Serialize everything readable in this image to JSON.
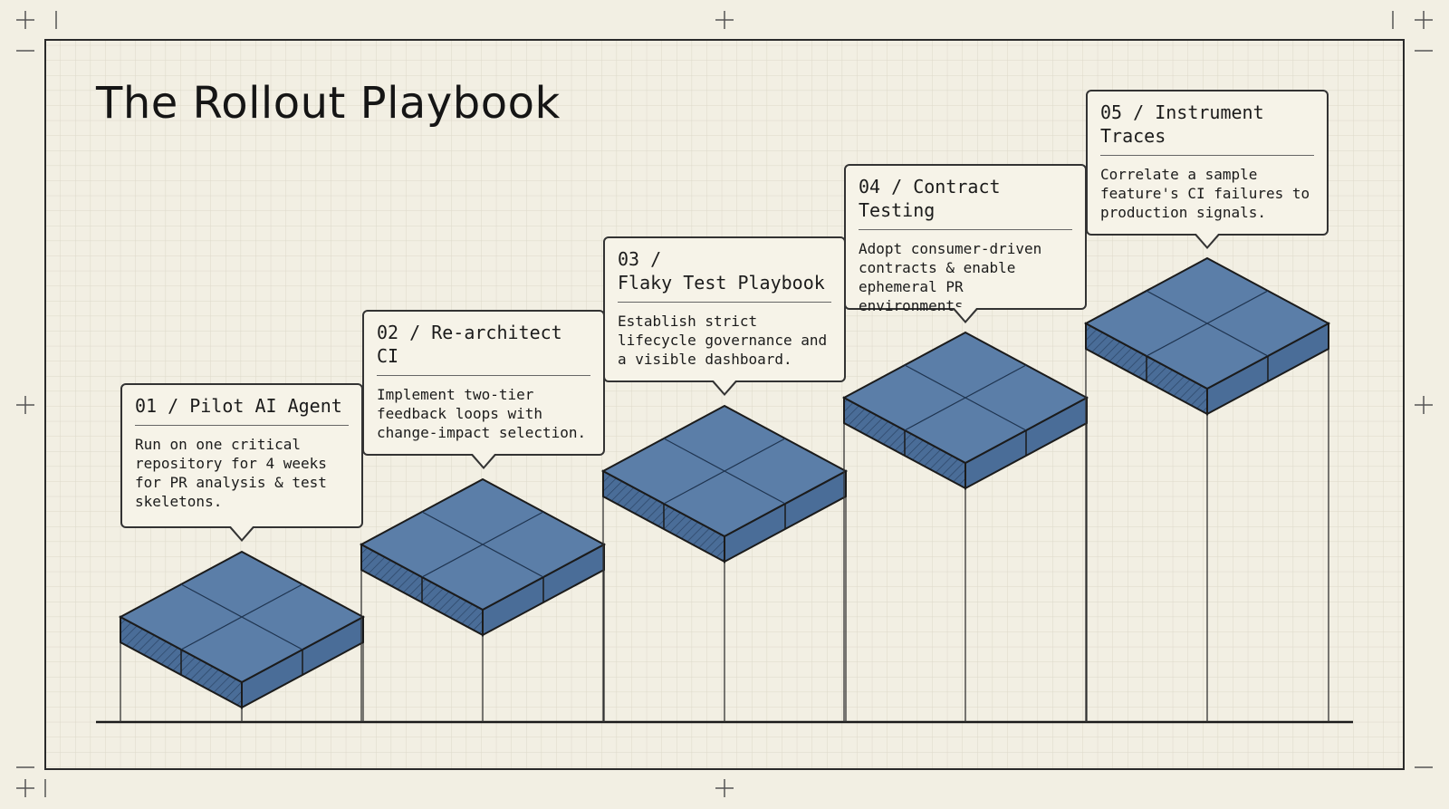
{
  "title": "The Rollout Playbook",
  "colors": {
    "background": "#f2efe3",
    "block_top": "#5b7ea8",
    "block_side": "#4a6d98",
    "ink": "#1b1b1b",
    "grid": "#d9d5c6"
  },
  "steps": [
    {
      "title": "01 / Pilot AI Agent",
      "description": "Run on one critical\nrepository for 4 weeks\nfor PR analysis & test\nskeletons."
    },
    {
      "title": "02 / Re-architect CI",
      "description": "Implement two-tier\nfeedback loops with\nchange-impact selection."
    },
    {
      "title": "03 /\nFlaky Test Playbook",
      "description": "Establish strict\nlifecycle governance and\na visible dashboard."
    },
    {
      "title": "04 / Contract Testing",
      "description": "Adopt consumer-driven\ncontracts & enable\nephemeral PR environments."
    },
    {
      "title": "05 / Instrument Traces",
      "description": "Correlate a sample\nfeature's CI failures to\nproduction signals."
    }
  ]
}
